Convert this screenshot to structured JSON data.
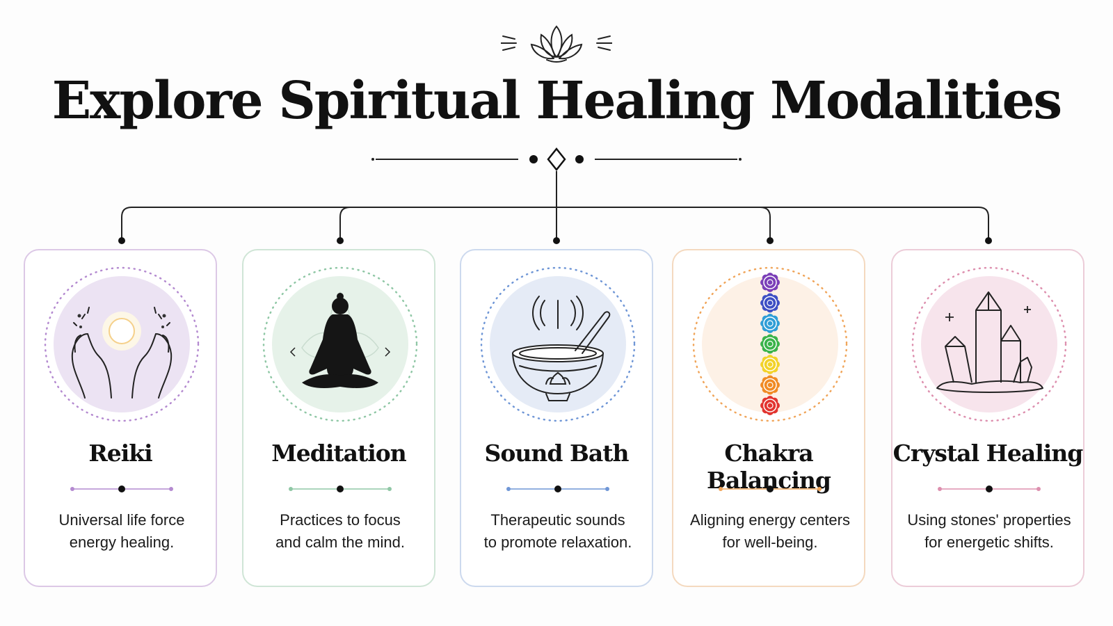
{
  "title": "Explore Spiritual Healing Modalities",
  "icons": {
    "header": "lotus-icon",
    "divider": "diamond-ornament"
  },
  "modalities": [
    {
      "name": "Reiki",
      "line1": "Universal life force",
      "line2": "energy healing.",
      "icon": "healing-hands-icon",
      "accent": "#b48ad0",
      "circle": "#ece3f3",
      "border": "#dcc8e6"
    },
    {
      "name": "Meditation",
      "line1": "Practices to focus",
      "line2": "and calm the mind.",
      "icon": "meditating-figure-icon",
      "accent": "#8fc7a5",
      "circle": "#e6f2e9",
      "border": "#cfe5d6"
    },
    {
      "name": "Sound Bath",
      "line1": "Therapeutic sounds",
      "line2": "to promote relaxation.",
      "icon": "singing-bowl-icon",
      "accent": "#6f96d6",
      "circle": "#e5ebf6",
      "border": "#ccd9ee"
    },
    {
      "name": "Chakra Balancing",
      "line1": "Aligning energy centers",
      "line2": "for well-being.",
      "icon": "chakra-column-icon",
      "accent": "#f0a55a",
      "circle": "#fdf1e6",
      "border": "#f4d9bf"
    },
    {
      "name": "Crystal Healing",
      "line1": "Using stones' properties",
      "line2": "for energetic shifts.",
      "icon": "crystal-cluster-icon",
      "accent": "#dd8fae",
      "circle": "#f7e4ec",
      "border": "#ecccd8"
    }
  ],
  "chakra_colors": [
    "#7b3fb8",
    "#3d4fc4",
    "#2f9ed6",
    "#3ab34a",
    "#f2d22a",
    "#f08a24",
    "#e2342f"
  ]
}
